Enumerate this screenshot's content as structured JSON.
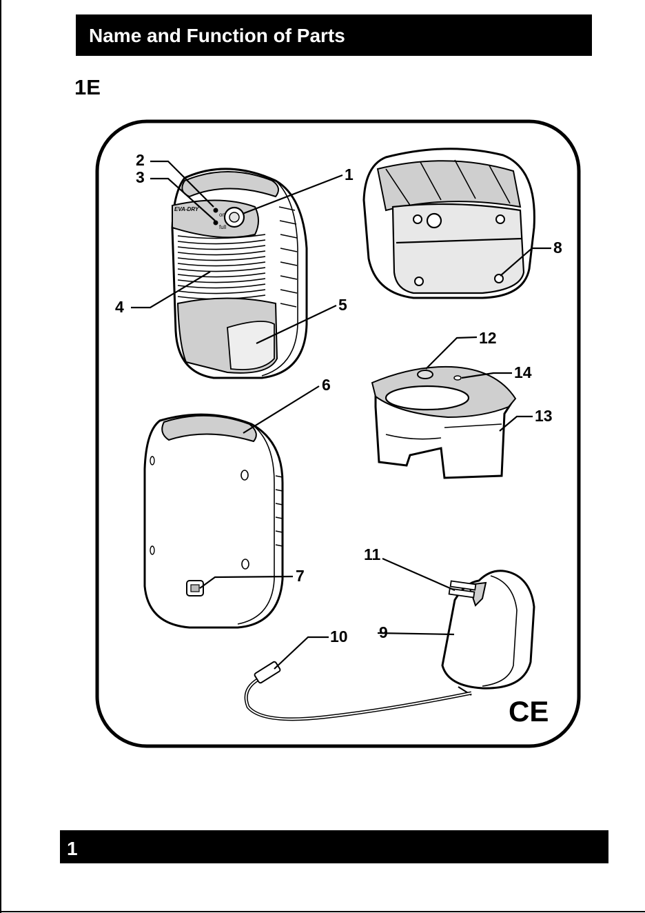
{
  "header": {
    "title": "Name and Function of Parts"
  },
  "section": {
    "label": "1E"
  },
  "figure": {
    "indicator_on": "on",
    "indicator_full": "full",
    "brand_logo": "EVA-DRY",
    "ce_mark": "CE",
    "callouts": [
      "1",
      "2",
      "3",
      "4",
      "5",
      "6",
      "7",
      "8",
      "9",
      "10",
      "11",
      "12",
      "13",
      "14"
    ]
  },
  "footer": {
    "page_number": "1"
  }
}
